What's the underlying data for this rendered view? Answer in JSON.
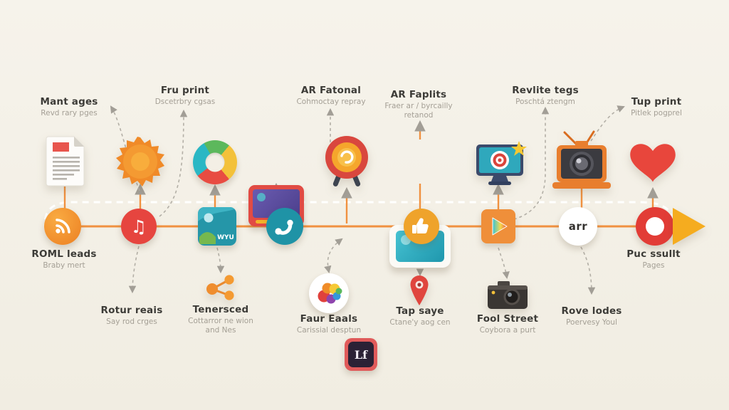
{
  "palette": {
    "background": "#f2eee4",
    "timeline_orange": "#f09140",
    "dashed_white": "#ffffff",
    "dashed_gray": "#b3afa6",
    "title_text": "#3c3b37",
    "sub_text": "#a49f95",
    "red": "#e64b42",
    "teal": "#2aa3b5",
    "yellow": "#f3b32a"
  },
  "labels_top": [
    {
      "title": "Mant ages",
      "sub": "Revd rary pges"
    },
    {
      "title": "Fru print",
      "sub": "Dscetrbry cgsas"
    },
    {
      "title": "AR Fatonal",
      "sub": "Cohmoctay repray"
    },
    {
      "title": "AR Faplits",
      "sub": "Fraer ar / byrcailly",
      "sub2": "retanod"
    },
    {
      "title": "Revlite tegs",
      "sub": "Poschtá ztengm"
    },
    {
      "title": "Tup print",
      "sub": "Pitlek pogprel"
    }
  ],
  "labels_bottom": [
    {
      "title": "ROML leads",
      "sub": "Braby mert"
    },
    {
      "title": "Rotur reais",
      "sub": "Say rod crges"
    },
    {
      "title": "Tenersced",
      "sub": "Cottarror ne wion",
      "sub2": "and Nes"
    },
    {
      "title": "Faur Eaals",
      "sub": "Carissial desptun"
    },
    {
      "title": "Tap saye",
      "sub": "Ctane'y aog cen"
    },
    {
      "title": "Fool Street",
      "sub": "Coybora a purt"
    },
    {
      "title": "Rove lodes",
      "sub": "Poervesy Youl"
    },
    {
      "title": "Puc ssullt",
      "sub": "Pages"
    }
  ],
  "node_texts": {
    "photo_badge": "WYU",
    "lightroom": "Lf",
    "audio_badge": "arr",
    "music_glyph": "♫"
  }
}
